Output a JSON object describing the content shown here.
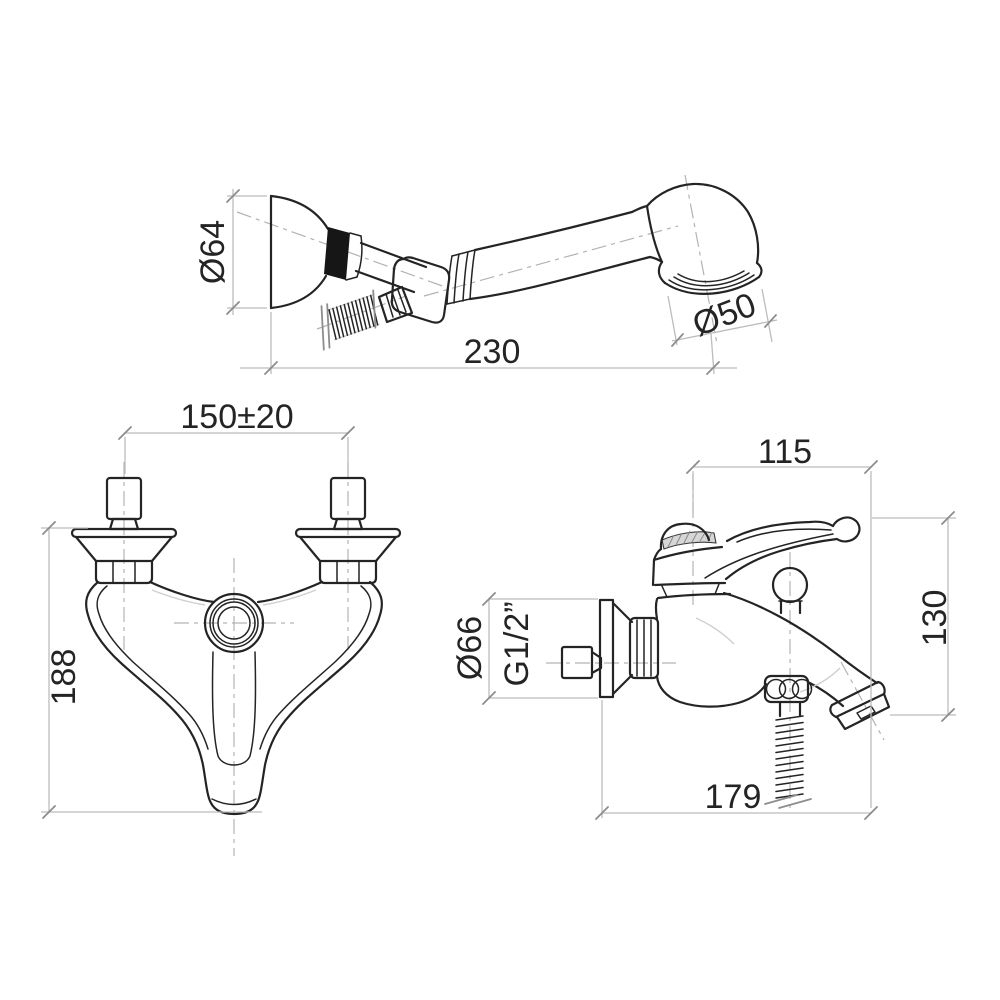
{
  "drawing": {
    "type": "technical-dimension-drawing",
    "subject": "wall-mounted bath shower mixer with hand shower set",
    "colors": {
      "background": "#ffffff",
      "line": "#242424",
      "dimension_line": "#bcbcbc",
      "text": "#242424",
      "gasket_band": "#161616",
      "hatch_fill": "#d6d6d6"
    }
  },
  "labels": {
    "holder_dia": "Ø64",
    "head_dia": "Ø50",
    "shower_len": "230",
    "centers": "150±20",
    "front_h": "188",
    "top_w": "115",
    "side_h": "130",
    "esc_dia": "Ø66",
    "thread": "G1/2”",
    "spout_proj": "179"
  }
}
